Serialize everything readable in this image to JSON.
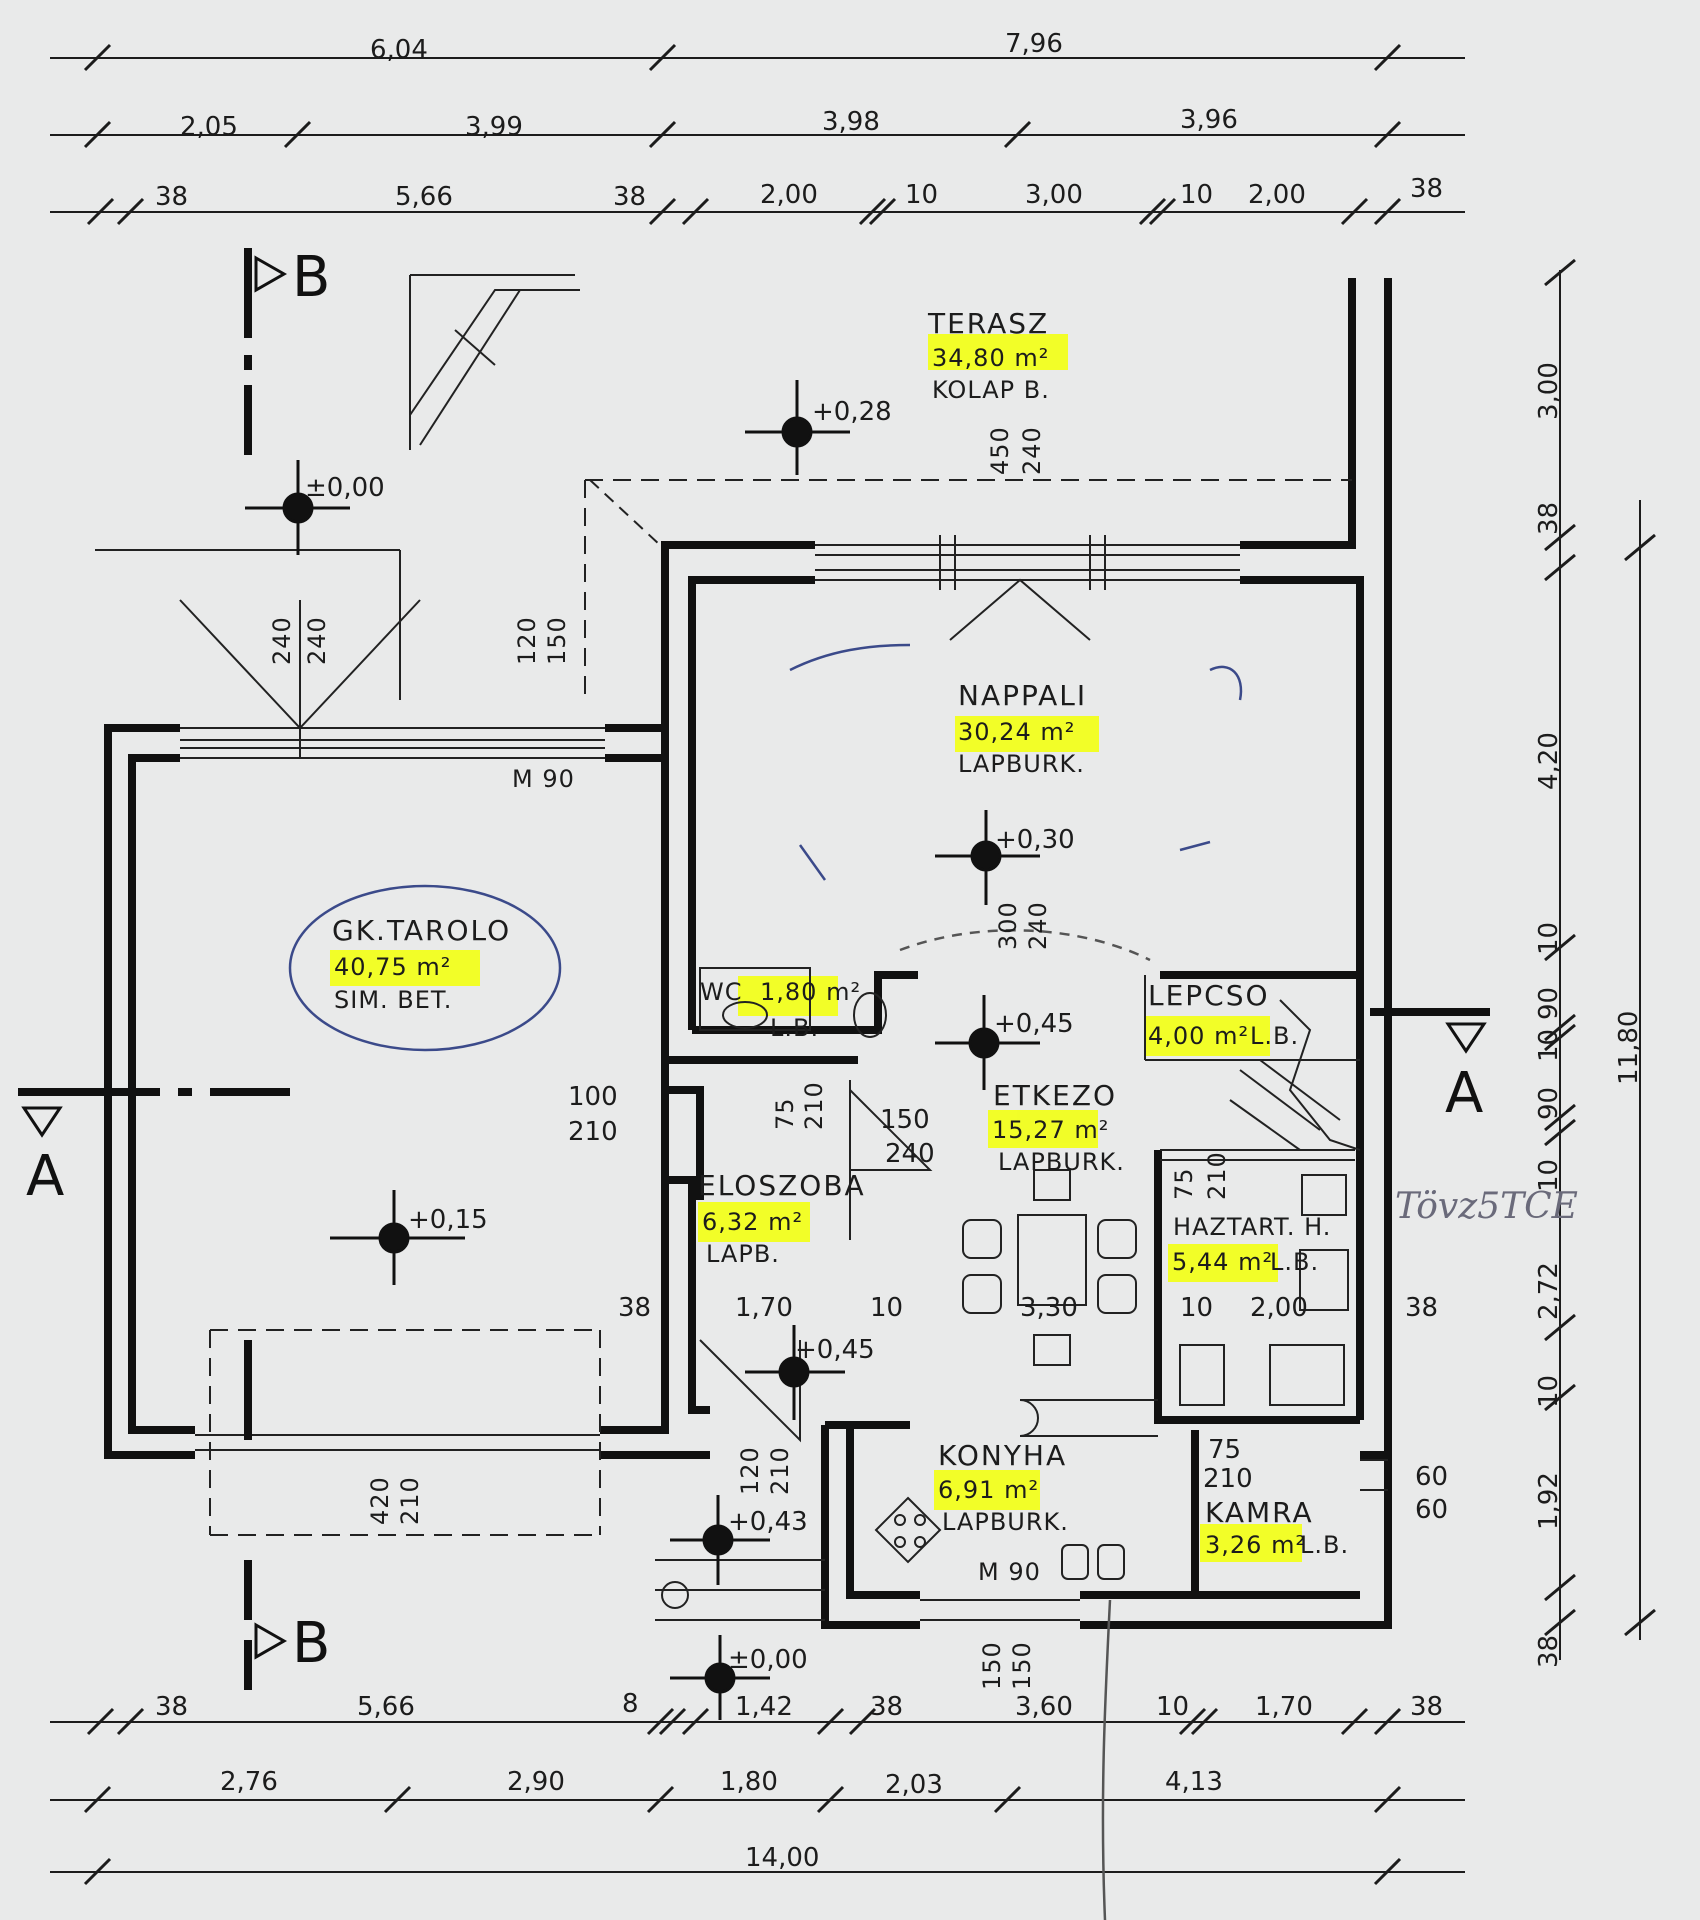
{
  "dims": {
    "top_row1": [
      "6,04",
      "7,96"
    ],
    "top_row2": [
      "2,05",
      "3,99",
      "3,98",
      "3,96"
    ],
    "top_row3": [
      "38",
      "5,66",
      "38",
      "2,00",
      "10",
      "3,00",
      "10",
      "2,00",
      "38"
    ],
    "bottom_row1": [
      "38",
      "5,66",
      "8",
      "1,42",
      "38",
      "3,60",
      "10",
      "1,70",
      "38"
    ],
    "bottom_row2": [
      "2,76",
      "2,90",
      "1,80",
      "2,03",
      "4,13"
    ],
    "bottom_total": "14,00",
    "right_col": [
      "3,00",
      "38",
      "4,20",
      "10",
      "90",
      "10",
      "90",
      "10",
      "2,72",
      "10",
      "1,92",
      "38"
    ],
    "right_total": "11,80",
    "inner": {
      "d38a": "38",
      "d170": "1,70",
      "d10a": "10",
      "d330": "3,30",
      "d10b": "10",
      "d200": "2,00",
      "d38b": "38",
      "d450": "450",
      "d240a": "240",
      "d240b": "240",
      "d240c": "240",
      "d120": "120",
      "d150": "150",
      "d100": "100",
      "d210a": "210",
      "d75a": "75",
      "d210b": "210",
      "d150b": "150",
      "d240d": "240",
      "d300": "300",
      "d240e": "240",
      "d75b": "75",
      "d210c": "210",
      "d420": "420",
      "d210d": "210",
      "d120b": "120",
      "d210e": "210",
      "d75c": "75",
      "d210f": "210",
      "d60a": "60",
      "d60b": "60",
      "d150c": "150",
      "d150d": "150"
    }
  },
  "rooms": {
    "terasz": {
      "name": "TERASZ",
      "area": "34,80 m²",
      "floor": "KOLAP B."
    },
    "nappali": {
      "name": "NAPPALI",
      "area": "30,24 m²",
      "floor": "LAPBURK."
    },
    "garage": {
      "name": "GK.TAROLO",
      "area": "40,75 m²",
      "floor": "SIM. BET."
    },
    "wc": {
      "name": "WC",
      "area": "1,80 m²",
      "floor": "L.B."
    },
    "lepcso": {
      "name": "LEPCSO",
      "area": "4,00 m²",
      "floor": "L.B."
    },
    "etkezo": {
      "name": "ETKEZO",
      "area": "15,27 m²",
      "floor": "LAPBURK."
    },
    "eloszoba": {
      "name": "ELOSZOBA",
      "area": "6,32 m²",
      "floor": "LAPB."
    },
    "haztart": {
      "name": "HAZTART. H.",
      "area": "5,44 m²",
      "floor": "L.B."
    },
    "konyha": {
      "name": "KONYHA",
      "area": "6,91 m²",
      "floor": "LAPBURK."
    },
    "kamra": {
      "name": "KAMRA",
      "area": "3,26 m²",
      "floor": "L.B."
    }
  },
  "levels": {
    "l028": "+0,28",
    "l000a": "±0,00",
    "l030": "+0,30",
    "l045a": "+0,45",
    "l015": "+0,15",
    "l045b": "+0,45",
    "l043": "+0,43",
    "l000b": "±0,00"
  },
  "doors": {
    "m90a": "M 90",
    "m90b": "M 90"
  },
  "sections": {
    "a_left": "A",
    "a_right": "A",
    "b_top": "B",
    "b_bottom": "B"
  },
  "handwritten": "Tövz5TCE",
  "colors": {
    "highlight": "#f2ff1e",
    "ink": "#111111",
    "paper": "#e9eaea"
  }
}
